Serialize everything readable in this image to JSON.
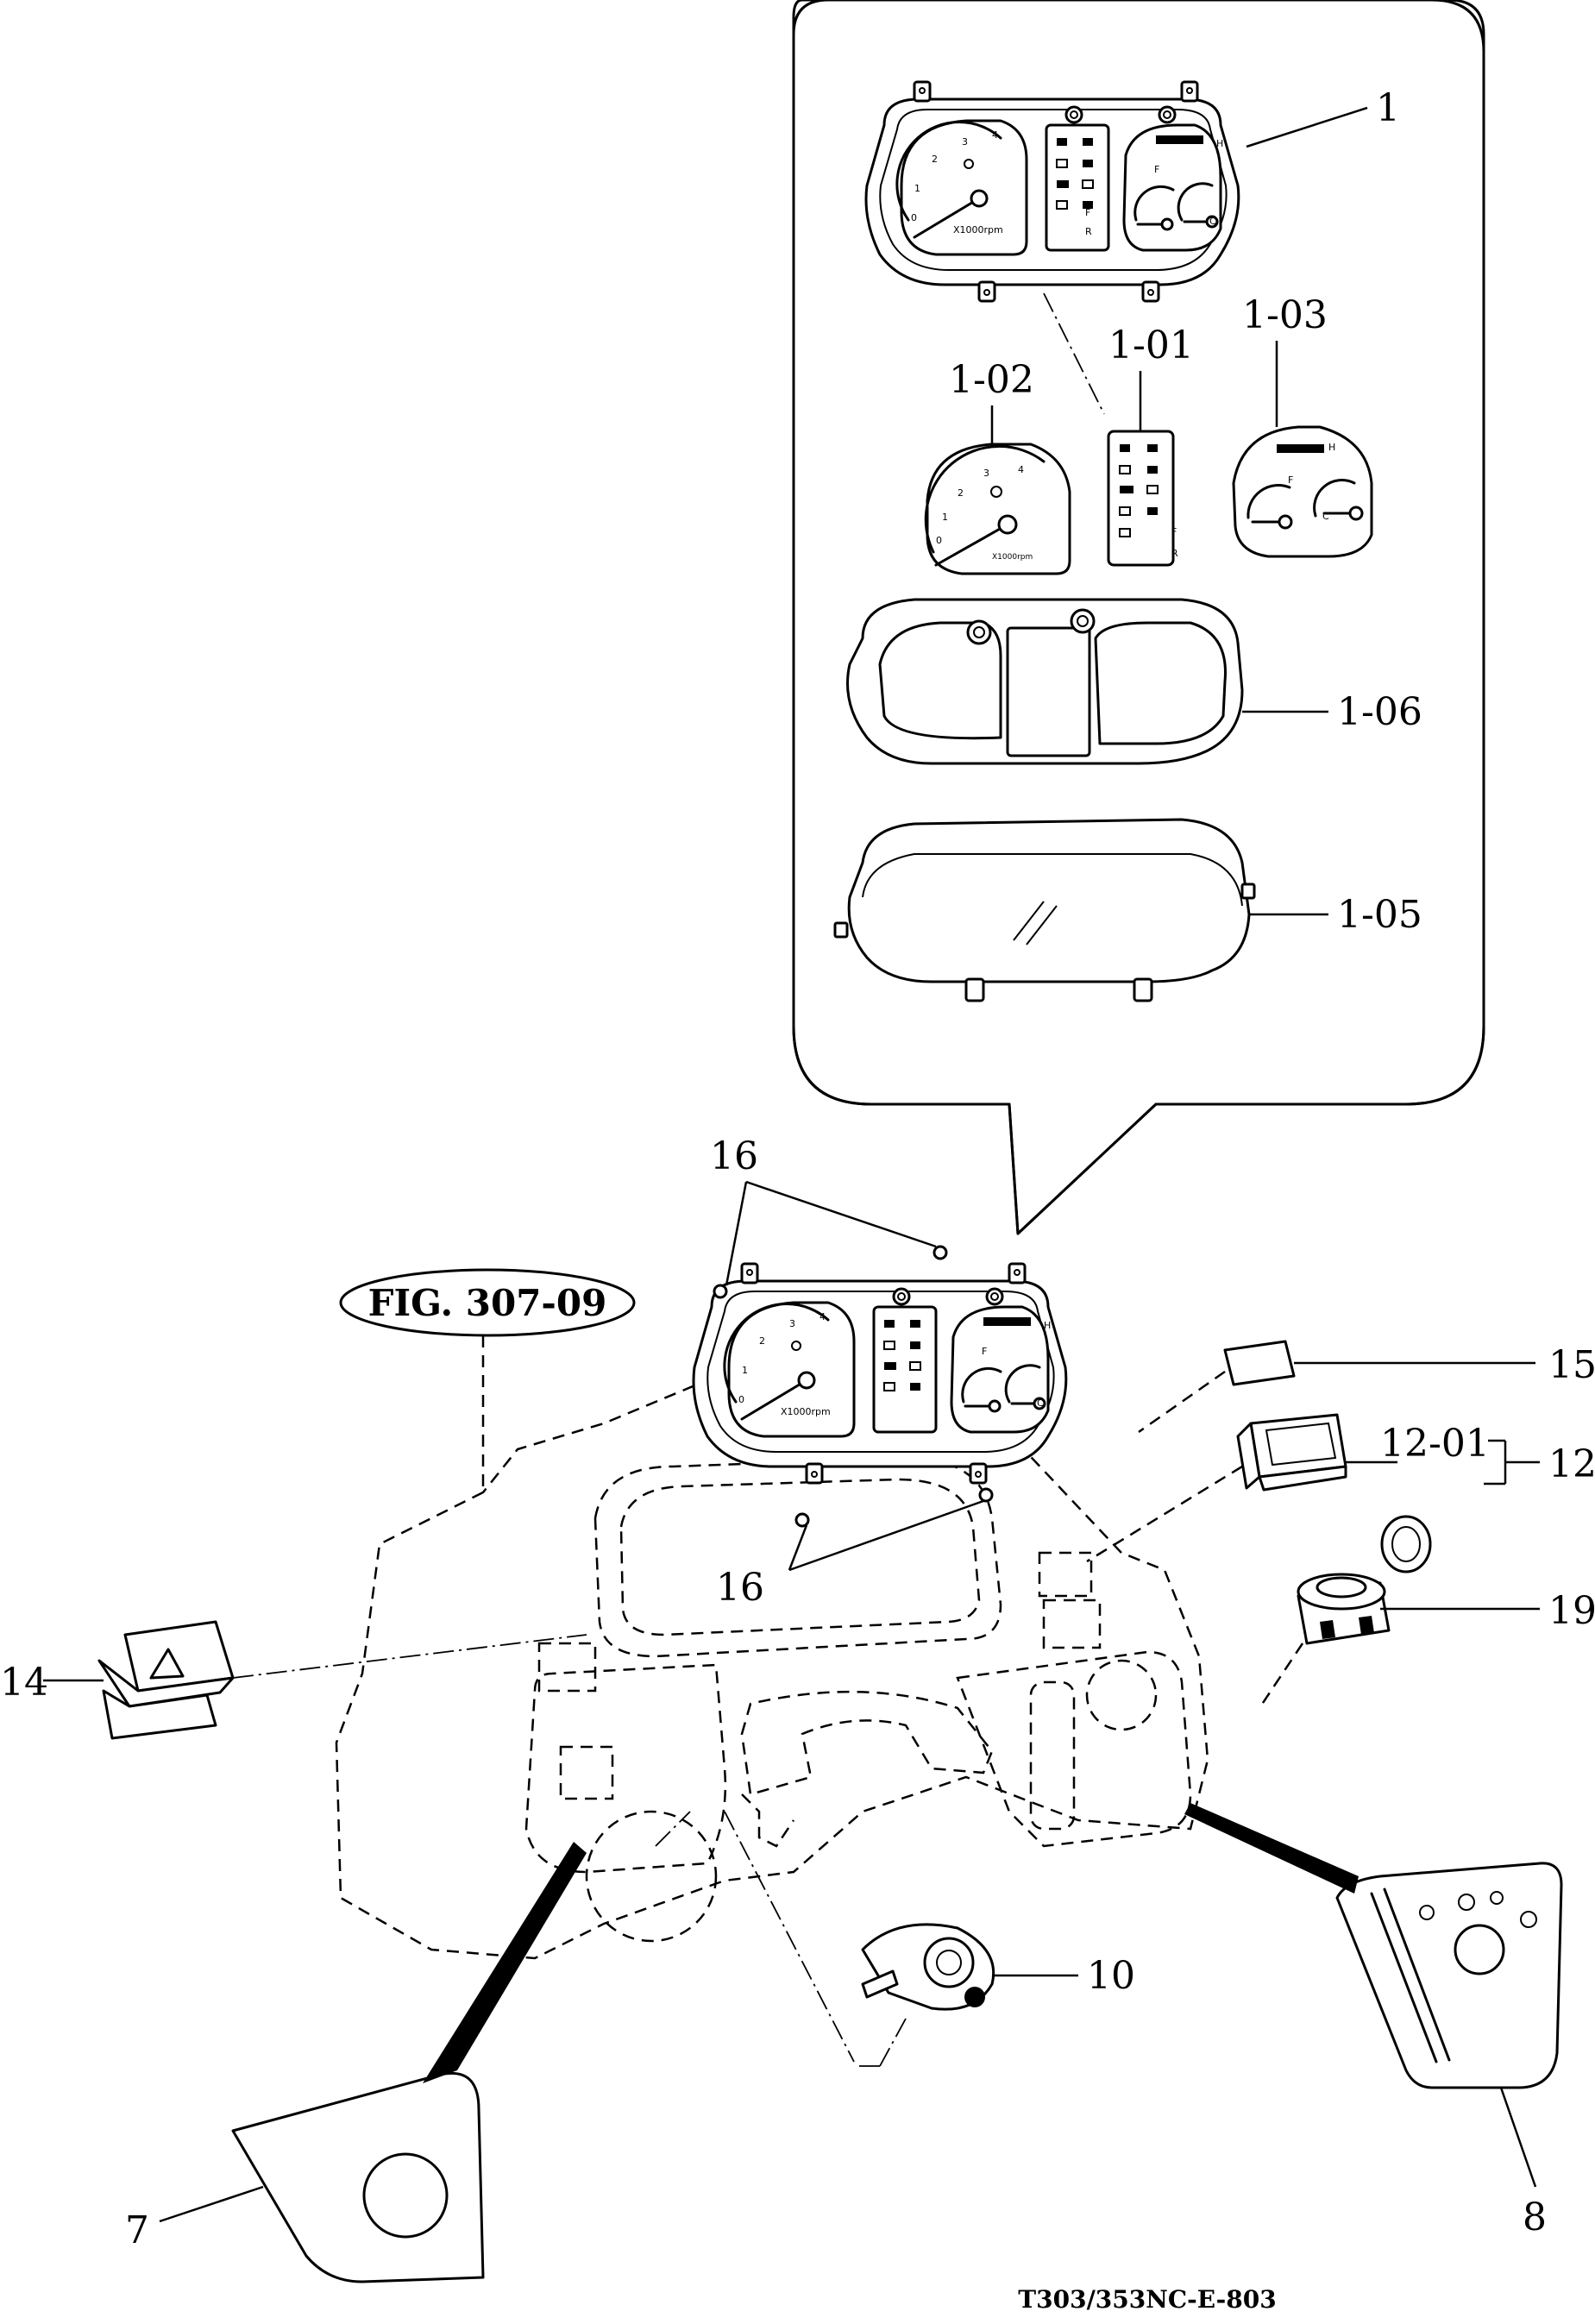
{
  "figure_ref": "FIG. 307-09",
  "drawing_code": "T303/353NC-E-803",
  "gauge_text": {
    "rpm_unit": "X1000rpm",
    "tach_ticks": [
      "0",
      "1",
      "2",
      "3",
      "4"
    ],
    "fuel_full": "F",
    "temp_hot": "H",
    "temp_cold": "C",
    "forward": "F",
    "reverse": "R"
  },
  "callouts": {
    "c1": "1",
    "c1_01": "1-01",
    "c1_02": "1-02",
    "c1_03": "1-03",
    "c1_05": "1-05",
    "c1_06": "1-06",
    "c16_top": "16",
    "c16_bottom": "16",
    "c15": "15",
    "c12_01": "12-01",
    "c12": "12",
    "c19": "19",
    "c14": "14",
    "c10": "10",
    "c7": "7",
    "c8": "8"
  }
}
